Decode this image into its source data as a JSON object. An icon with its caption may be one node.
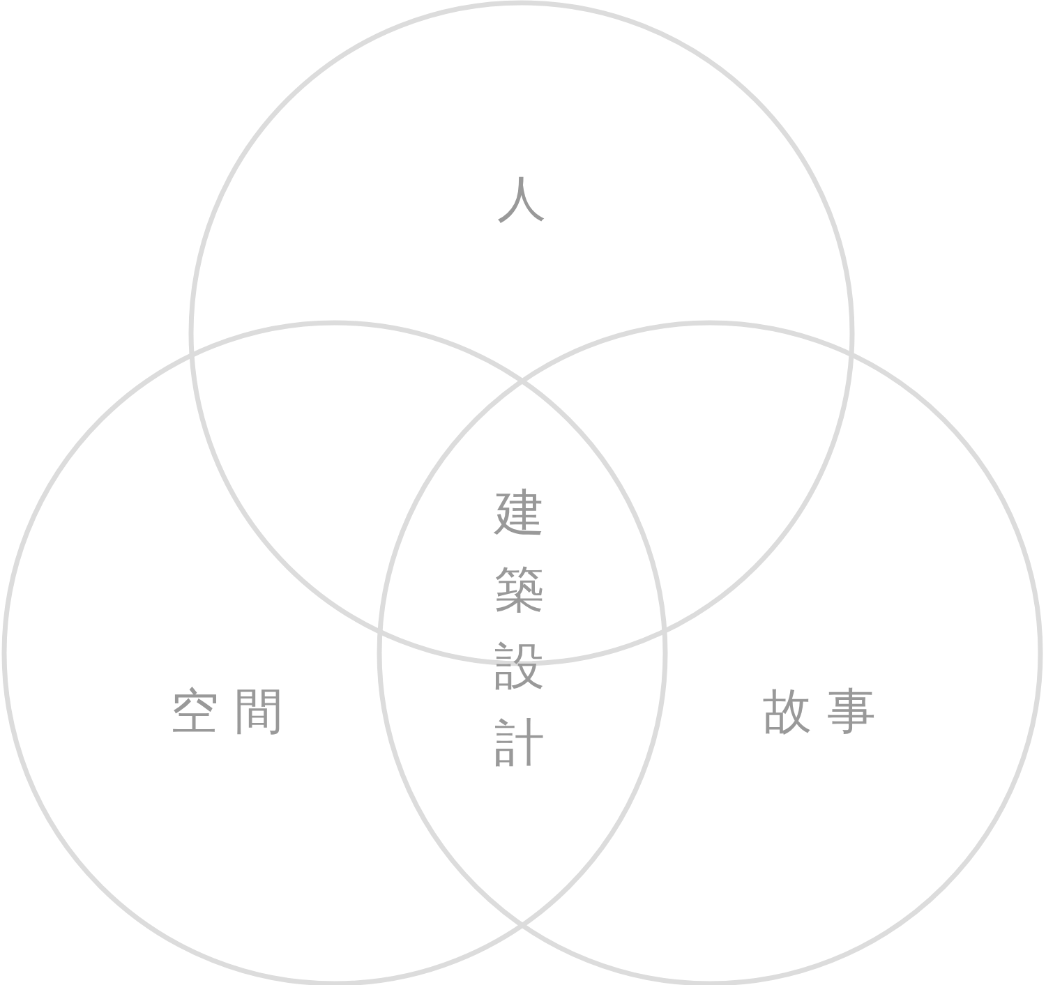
{
  "diagram": {
    "nodes": [
      {
        "text": [
          "人"
        ]
      },
      {
        "text": [
          "空間"
        ]
      },
      {
        "text": [
          "故事"
        ]
      }
    ],
    "labels": [
      "建築設計"
    ]
  }
}
